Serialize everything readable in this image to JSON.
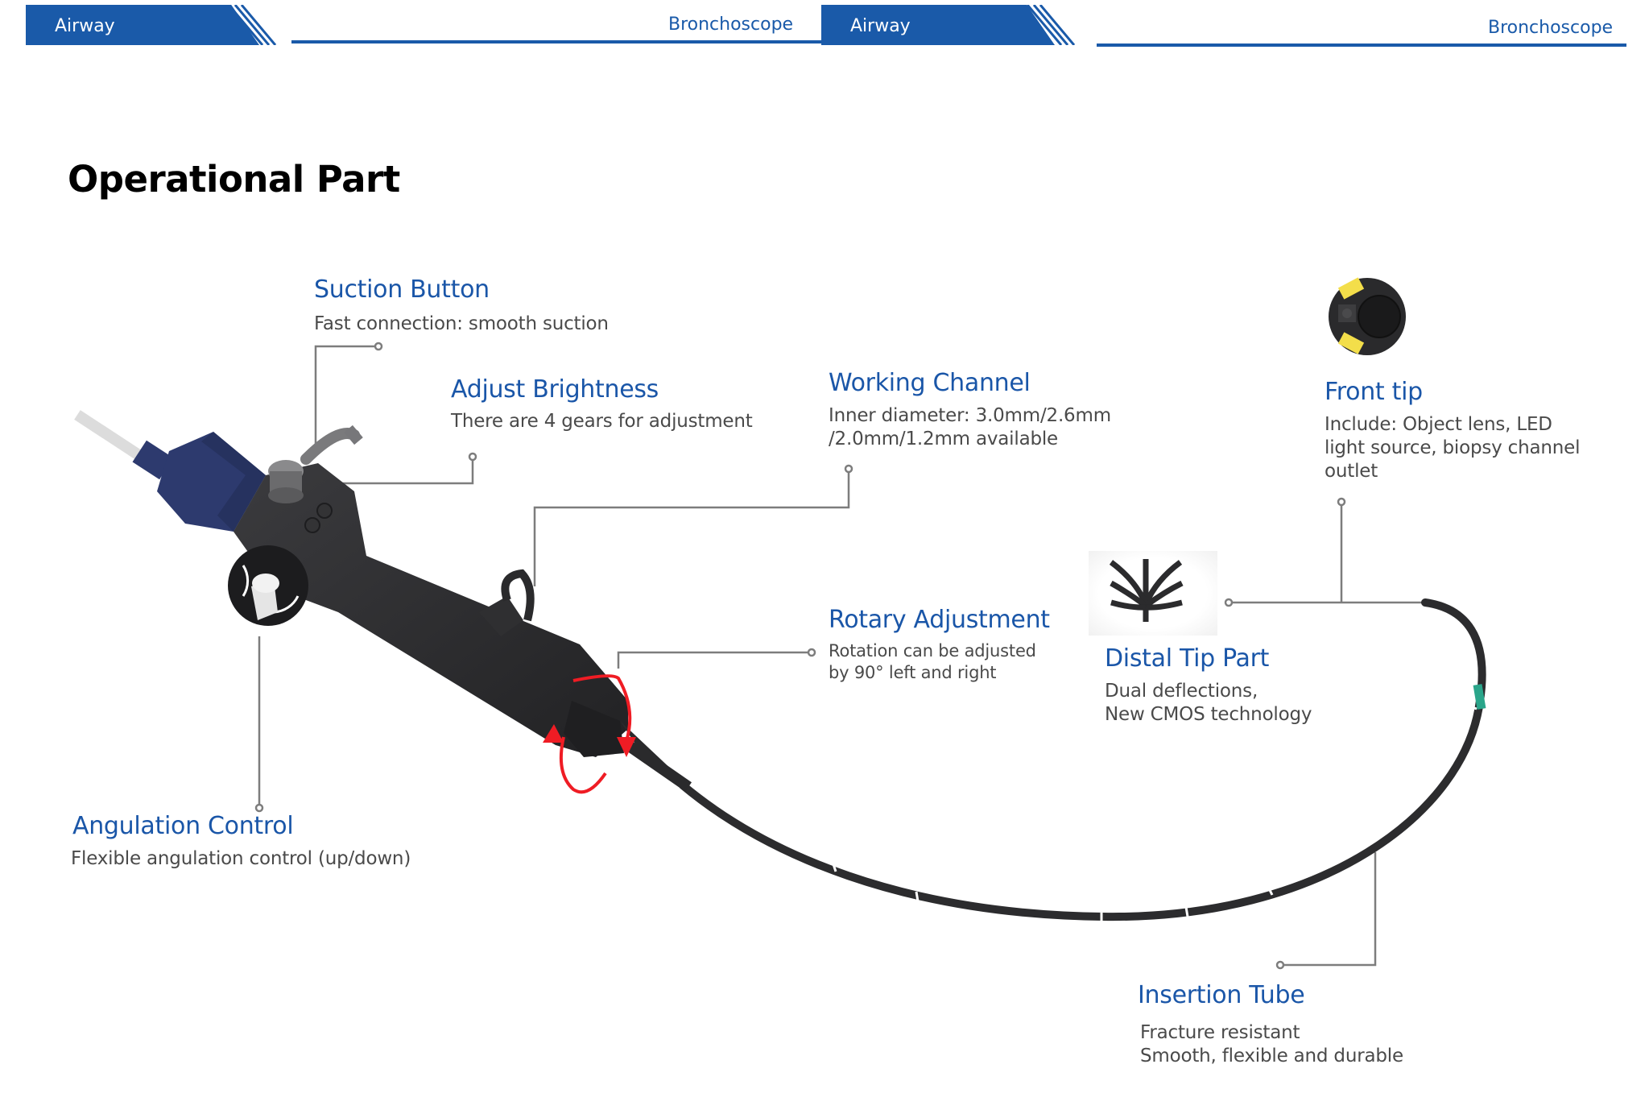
{
  "header": {
    "left": {
      "section": "Airway",
      "product": "Bronchoscope"
    },
    "right": {
      "section": "Airway",
      "product": "Bronchoscope"
    },
    "accent_color": "#1a5aa9"
  },
  "page_title": "Operational Part",
  "callouts": {
    "suction_button": {
      "title": "Suction Button",
      "desc": "Fast connection: smooth suction"
    },
    "adjust_brightness": {
      "title": "Adjust Brightness",
      "desc": "There are 4 gears for adjustment"
    },
    "working_channel": {
      "title": "Working Channel",
      "desc_line1": "Inner diameter: 3.0mm/2.6mm",
      "desc_line2": "/2.0mm/1.2mm available"
    },
    "front_tip": {
      "title": "Front tip",
      "desc_line1": "Include: Object lens, LED",
      "desc_line2": "light source, biopsy channel",
      "desc_line3": "outlet"
    },
    "rotary_adjustment": {
      "title": "Rotary Adjustment",
      "desc_line1": "Rotation can be adjusted",
      "desc_line2": "by 90° left and right"
    },
    "distal_tip_part": {
      "title": "Distal Tip Part",
      "desc_line1": "Dual deflections,",
      "desc_line2": "New CMOS technology"
    },
    "angulation_control": {
      "title": "Angulation Control",
      "desc": "Flexible angulation control (up/down)"
    },
    "insertion_tube": {
      "title": "Insertion Tube",
      "desc_line1": "Fracture resistant",
      "desc_line2": "Smooth, flexible and durable"
    }
  },
  "colors": {
    "title_blue": "#1a56a8",
    "body_gray": "#4a4a4a",
    "device_black": "#2b2b2d",
    "connector_navy": "#2d3a6e",
    "rotation_arrow": "#ef1c24",
    "led_yellow": "#f3de4a",
    "band_green": "#2aa58a"
  }
}
